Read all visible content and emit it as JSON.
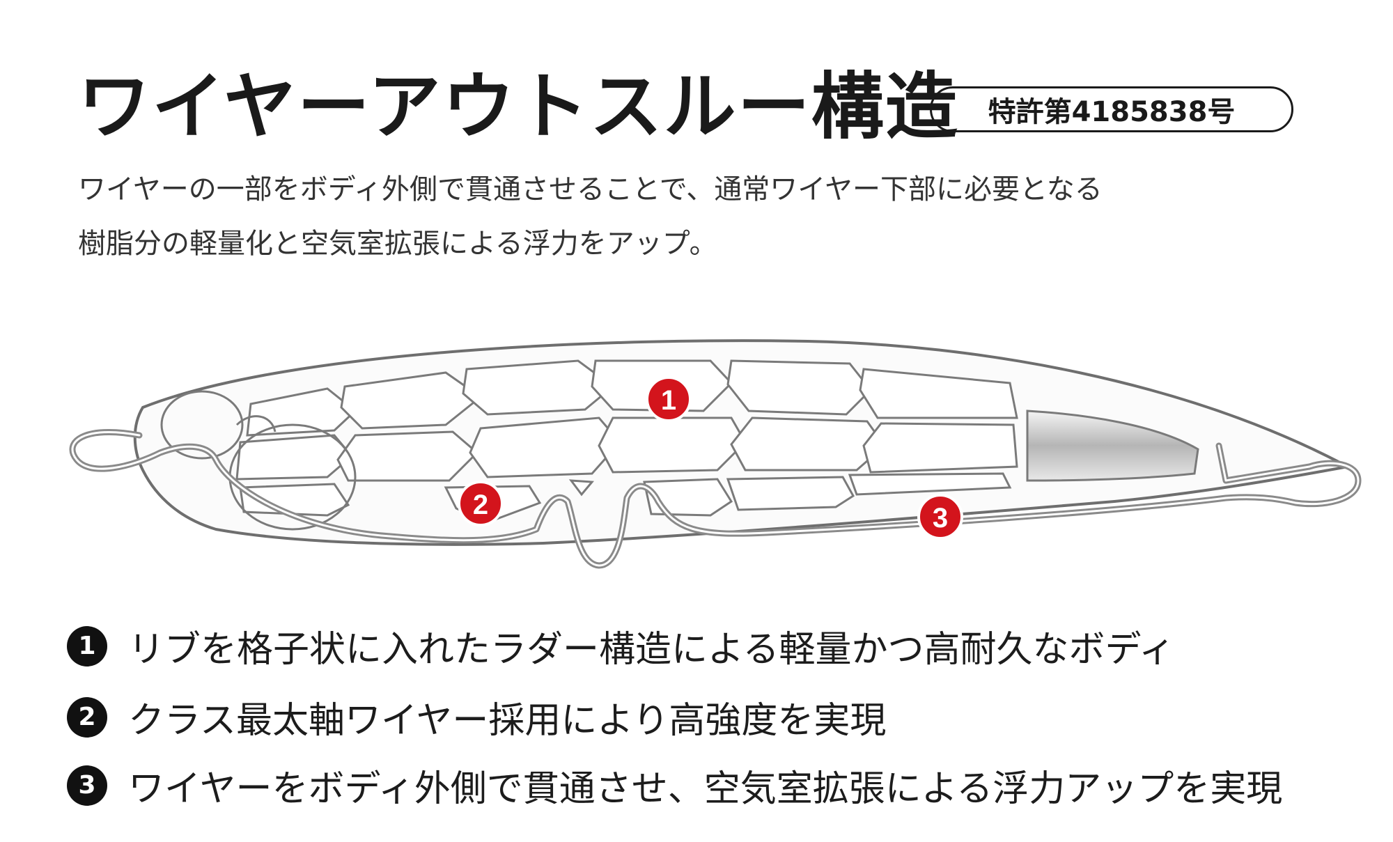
{
  "header": {
    "title": "ワイヤーアウトスルー構造",
    "patent": "特許第4185838号"
  },
  "description": {
    "line1": "ワイヤーの一部をボディ外側で貫通させることで、通常ワイヤー下部に必要となる",
    "line2": "樹脂分の軽量化と空気室拡張による浮力をアップ。"
  },
  "diagram": {
    "markers": [
      "1",
      "2",
      "3"
    ],
    "colors": {
      "marker": "#d3141c",
      "outline": "#777777",
      "wire": "#8a8a8a"
    }
  },
  "features": [
    {
      "num": "1",
      "text": "リブを格子状に入れたラダー構造による軽量かつ高耐久なボディ"
    },
    {
      "num": "2",
      "text": "クラス最太軸ワイヤー採用により高強度を実現"
    },
    {
      "num": "3",
      "text": "ワイヤーをボディ外側で貫通させ、空気室拡張による浮力アップを実現"
    }
  ]
}
